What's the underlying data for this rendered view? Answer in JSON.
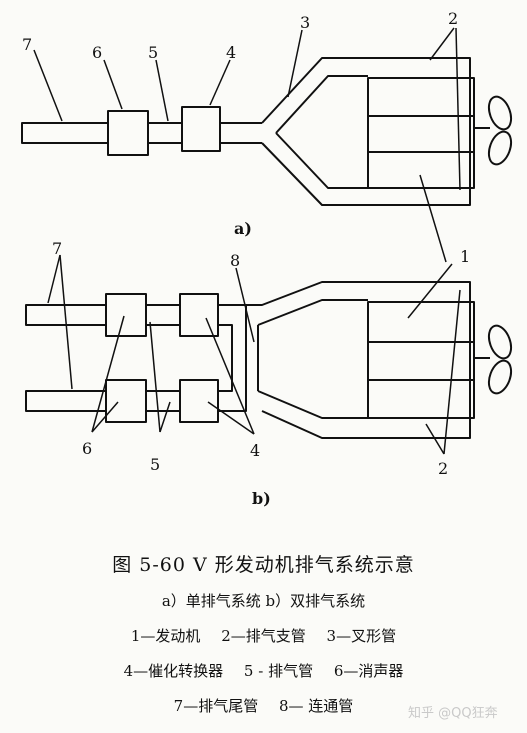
{
  "labels": {
    "n1": "1",
    "n2": "2",
    "n3": "3",
    "n4": "4",
    "n5": "5",
    "n6": "6",
    "n7": "7",
    "n8": "8",
    "a": "a)",
    "b": "b)"
  },
  "caption": {
    "title": "图 5-60   V 形发动机排气系统示意",
    "subtitle": "a）单排气系统   b）双排气系统"
  },
  "legend": {
    "line1": [
      "1—发动机",
      "2—排气支管",
      "3—叉形管"
    ],
    "line2": [
      "4—催化转换器",
      "5 - 排气管",
      "6—消声器"
    ],
    "line3": [
      "7—排气尾管",
      "8— 连通管"
    ]
  },
  "watermark": "知乎 @QQ狂奔"
}
